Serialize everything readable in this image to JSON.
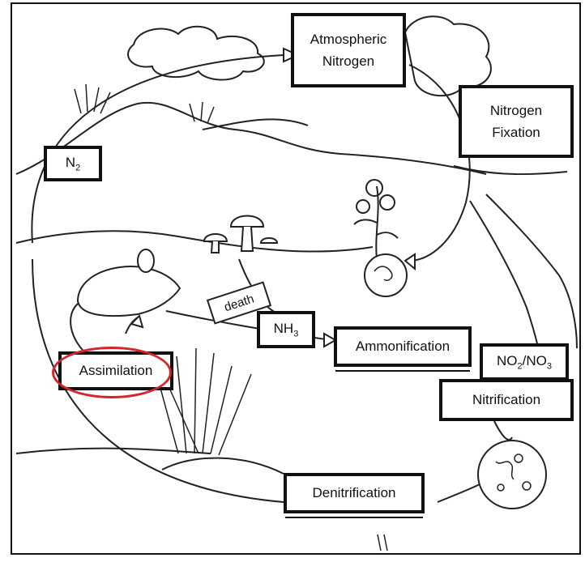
{
  "labels": {
    "atmospheric_line1": "Atmospheric",
    "atmospheric_line2": "Nitrogen",
    "fixation_line1": "Nitrogen",
    "fixation_line2": "Fixation",
    "n2_base": "N",
    "n2_sub": "2",
    "death": "death",
    "nh3_base": "NH",
    "nh3_sub": "3",
    "ammonification": "Ammonification",
    "no_base1": "NO",
    "no_sub1": "2",
    "no_sep": "/NO",
    "no_sub2": "3",
    "nitrification": "Nitrification",
    "assimilation": "Assimilation",
    "denitrification": "Denitrification"
  },
  "colors": {
    "ink": "#111111",
    "highlight": "#d6262b"
  }
}
